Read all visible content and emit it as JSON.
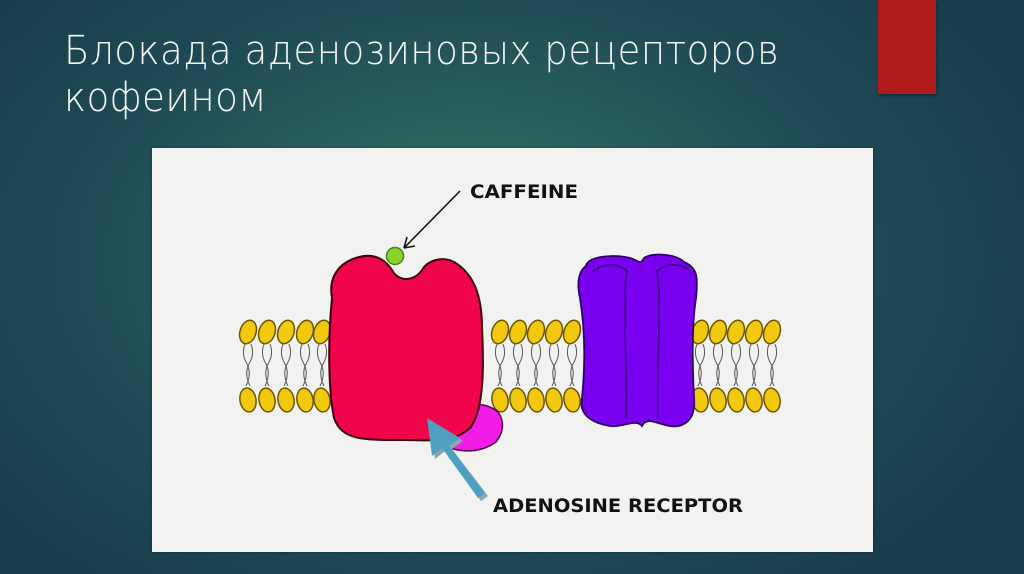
{
  "slide": {
    "title_line1": "Блокада аденозиновых рецепторов",
    "title_line2": "кофеином",
    "accent_color": "#b21b1b"
  },
  "diagram": {
    "labels": {
      "caffeine": "CAFFEINE",
      "adenosine_receptor": "ADENOSINE RECEPTOR"
    },
    "colors": {
      "receptor": "#f0044a",
      "channel": "#7a00f0",
      "caffeine": "#8ad22a",
      "g_protein": "#f21ce6",
      "lipid_head": "#f2c80c",
      "pointer_arrow": "#4e9fc0"
    }
  }
}
